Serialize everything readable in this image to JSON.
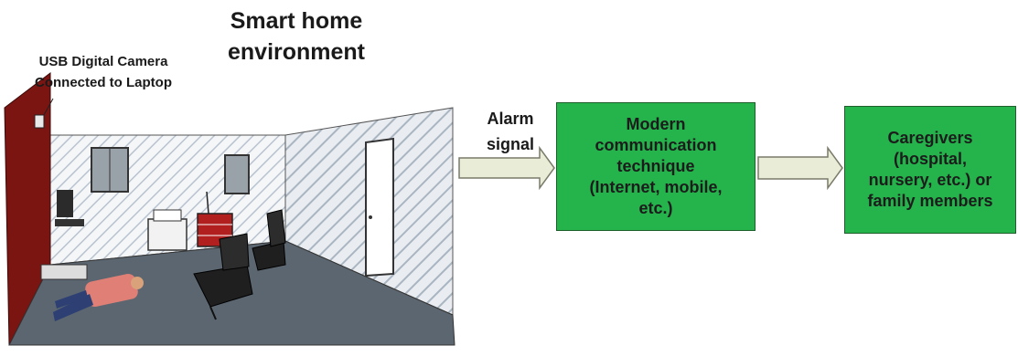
{
  "title": "Smart home\nenvironment",
  "camera_label_line1": "USB Digital Camera",
  "camera_label_line2": "Connected to Laptop",
  "alarm_label_line1": "Alarm",
  "alarm_label_line2": "signal",
  "box1_text": "Modern\ncommunication\ntechnique\n(Internet, mobile,\netc.)",
  "box2_text": "Caregivers\n(hospital,\nnursery, etc.) or\nfamily members",
  "colors": {
    "box_fill": "#25b34b",
    "arrow_fill": "#e9ecd6",
    "wall_red": "#7a1512",
    "floor": "#5b6670"
  }
}
